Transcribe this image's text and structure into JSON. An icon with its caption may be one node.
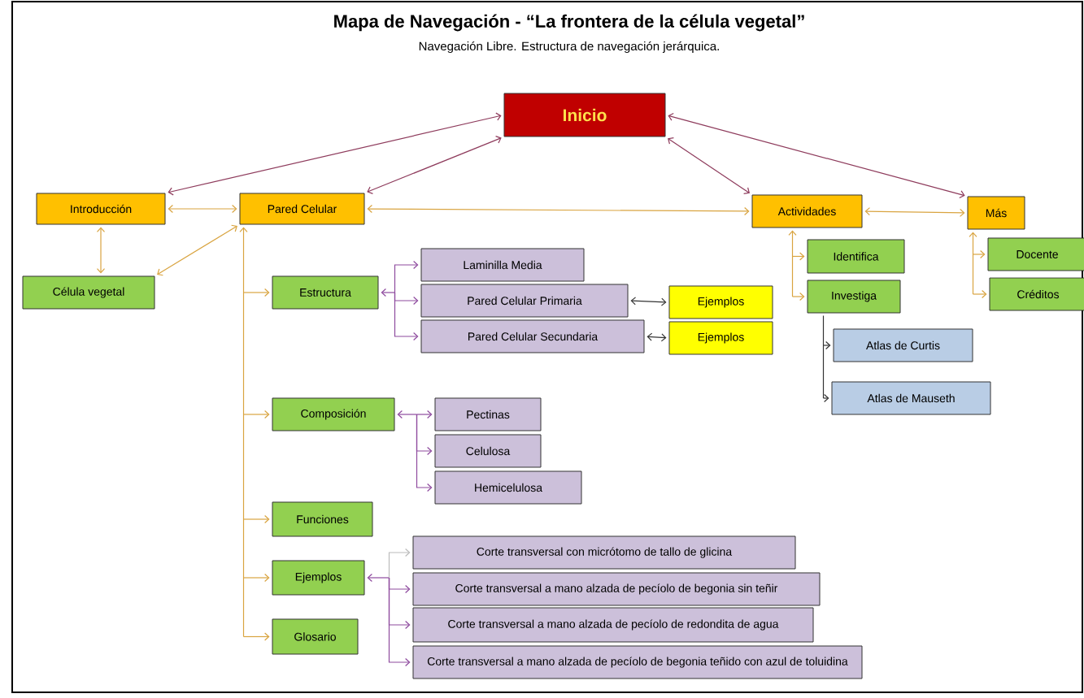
{
  "diagram": {
    "title": "Mapa de Navegación -  “La frontera de la célula vegetal”",
    "caption": "Navegación Libre. Estructura de navegación jerárquica.",
    "nodes": [
      {
        "text": [
          "Inicio"
        ]
      },
      {
        "text": [
          "Introducción"
        ]
      },
      {
        "text": [
          "Pared Celular"
        ]
      },
      {
        "text": [
          "Actividades"
        ]
      },
      {
        "text": [
          "Más"
        ]
      },
      {
        "text": [
          "Célula vegetal"
        ]
      },
      {
        "text": [
          "Estructura"
        ]
      },
      {
        "text": [
          "Laminilla Media"
        ]
      },
      {
        "text": [
          "Pared Celular Primaria"
        ]
      },
      {
        "text": [
          "Ejemplos"
        ]
      },
      {
        "text": [
          "Pared Celular Secundaria"
        ]
      },
      {
        "text": [
          "Ejemplos"
        ]
      },
      {
        "text": [
          "Identifica"
        ]
      },
      {
        "text": [
          "Investiga"
        ]
      },
      {
        "text": [
          "Docente"
        ]
      },
      {
        "text": [
          "Créditos"
        ]
      },
      {
        "text": [
          "Atlas de Curtis"
        ]
      },
      {
        "text": [
          "Atlas de Mauseth"
        ]
      },
      {
        "text": [
          "Composición"
        ]
      },
      {
        "text": [
          "Pectinas"
        ]
      },
      {
        "text": [
          "Celulosa"
        ]
      },
      {
        "text": [
          "Hemicelulosa"
        ]
      },
      {
        "text": [
          "Funciones"
        ]
      },
      {
        "text": [
          "Ejemplos"
        ]
      },
      {
        "text": [
          "Glosario"
        ]
      },
      {
        "text": [
          "Corte transversal con micrótomo de tallo de glicina"
        ]
      },
      {
        "text": [
          "Corte transversal a mano alzada de pecíolo de begonia sin teñir"
        ]
      },
      {
        "text": [
          "Corte transversal a mano alzada de pecíolo de redondita de agua"
        ]
      },
      {
        "text": [
          "Corte transversal a mano alzada de pecíolo de begonia teñido con azul de toluidina"
        ]
      }
    ],
    "edges": [
      {
        "from": 0,
        "to": 1,
        "arrow": "both",
        "color": "#8e3b5c"
      },
      {
        "from": 0,
        "to": 2,
        "arrow": "both",
        "color": "#8e3b5c"
      },
      {
        "from": 0,
        "to": 3,
        "arrow": "both",
        "color": "#8e3b5c"
      },
      {
        "from": 0,
        "to": 4,
        "arrow": "both",
        "color": "#8e3b5c"
      },
      {
        "from": 1,
        "to": 2,
        "arrow": "both"
      },
      {
        "from": 1,
        "to": 5,
        "arrow": "both"
      },
      {
        "from": 5,
        "to": 2,
        "arrow": "both"
      },
      {
        "from": 2,
        "to": 3,
        "arrow": "both"
      },
      {
        "from": 3,
        "to": 4,
        "arrow": "both"
      },
      {
        "from": 2,
        "to": 6,
        "arrow": "both"
      },
      {
        "from": 2,
        "to": 18,
        "arrow": "both"
      },
      {
        "from": 2,
        "to": 22,
        "arrow": "both"
      },
      {
        "from": 2,
        "to": 23,
        "arrow": "both"
      },
      {
        "from": 2,
        "to": 24,
        "arrow": "both"
      },
      {
        "from": 3,
        "to": 12,
        "arrow": "both"
      },
      {
        "from": 3,
        "to": 13,
        "arrow": "both"
      },
      {
        "from": 4,
        "to": 14,
        "arrow": "both"
      },
      {
        "from": 4,
        "to": 15,
        "arrow": "both"
      },
      {
        "from": 6,
        "to": 7,
        "arrow": "both",
        "color": "#8e4a9e"
      },
      {
        "from": 6,
        "to": 8,
        "arrow": "both",
        "color": "#8e4a9e"
      },
      {
        "from": 6,
        "to": 10,
        "arrow": "both",
        "color": "#8e4a9e"
      },
      {
        "from": 8,
        "to": 9,
        "arrow": "both",
        "color": "#333333"
      },
      {
        "from": 10,
        "to": 11,
        "arrow": "both",
        "color": "#333333"
      },
      {
        "from": 13,
        "to": 16,
        "arrow": "to",
        "color": "#333333"
      },
      {
        "from": 13,
        "to": 17,
        "arrow": "to",
        "color": "#333333"
      },
      {
        "from": 18,
        "to": 19,
        "arrow": "both",
        "color": "#8e4a9e"
      },
      {
        "from": 18,
        "to": 20,
        "arrow": "both",
        "color": "#8e4a9e"
      },
      {
        "from": 18,
        "to": 21,
        "arrow": "both",
        "color": "#8e4a9e"
      },
      {
        "from": 23,
        "to": 25,
        "arrow": "both",
        "color": "#bbbbbb"
      },
      {
        "from": 23,
        "to": 26,
        "arrow": "both",
        "color": "#8e4a9e"
      },
      {
        "from": 23,
        "to": 27,
        "arrow": "both",
        "color": "#8e4a9e"
      },
      {
        "from": 23,
        "to": 28,
        "arrow": "both",
        "color": "#8e4a9e"
      }
    ]
  }
}
